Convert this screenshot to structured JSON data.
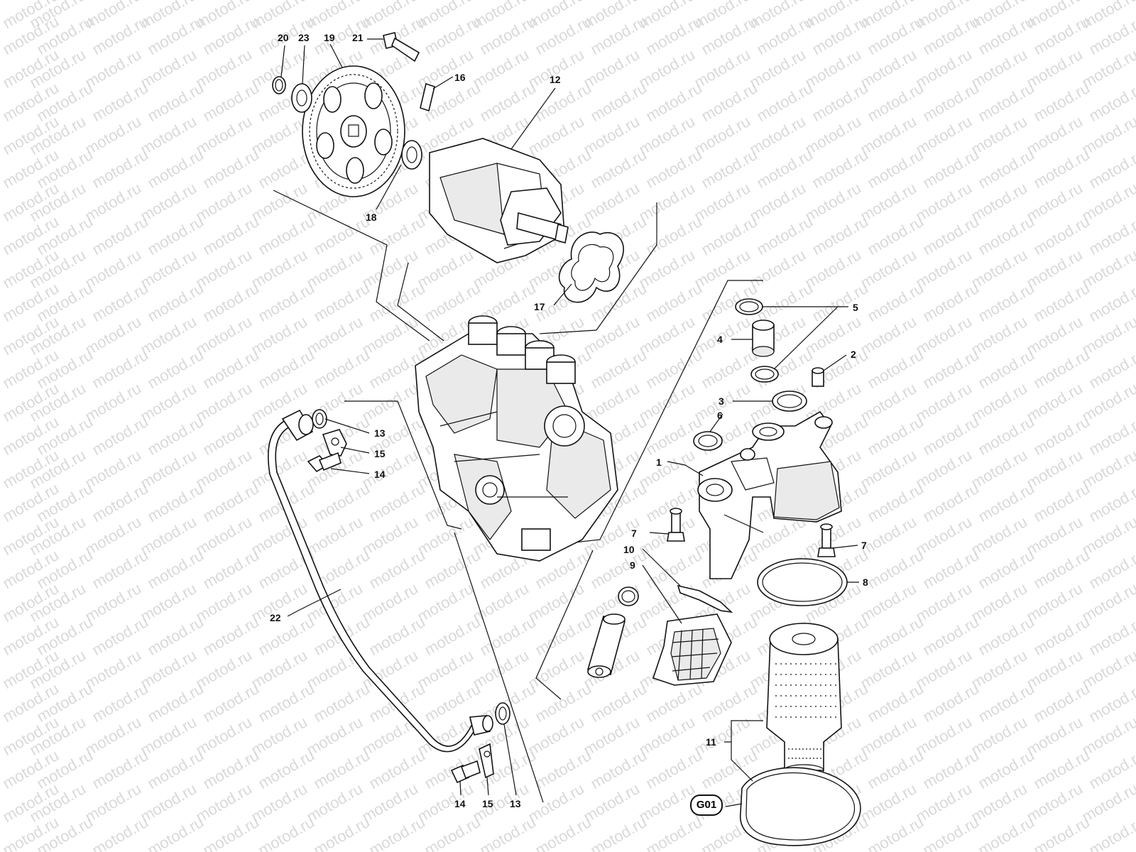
{
  "diagram": {
    "watermark_text": "motod.ru",
    "callouts": [
      {
        "id": "c20",
        "text": "20"
      },
      {
        "id": "c23",
        "text": "23"
      },
      {
        "id": "c19",
        "text": "19"
      },
      {
        "id": "c21",
        "text": "21"
      },
      {
        "id": "c16",
        "text": "16"
      },
      {
        "id": "c12",
        "text": "12"
      },
      {
        "id": "c18",
        "text": "18"
      },
      {
        "id": "c17",
        "text": "17"
      },
      {
        "id": "c5",
        "text": "5"
      },
      {
        "id": "c4",
        "text": "4"
      },
      {
        "id": "c2",
        "text": "2"
      },
      {
        "id": "c3",
        "text": "3"
      },
      {
        "id": "c6",
        "text": "6"
      },
      {
        "id": "c1",
        "text": "1"
      },
      {
        "id": "c13a",
        "text": "13"
      },
      {
        "id": "c15a",
        "text": "15"
      },
      {
        "id": "c14a",
        "text": "14"
      },
      {
        "id": "c7a",
        "text": "7"
      },
      {
        "id": "c7b",
        "text": "7"
      },
      {
        "id": "c10",
        "text": "10"
      },
      {
        "id": "c9",
        "text": "9"
      },
      {
        "id": "c8",
        "text": "8"
      },
      {
        "id": "c22",
        "text": "22"
      },
      {
        "id": "c11",
        "text": "11"
      },
      {
        "id": "c14b",
        "text": "14"
      },
      {
        "id": "c15b",
        "text": "15"
      },
      {
        "id": "c13b",
        "text": "13"
      }
    ],
    "reference_badge": "G01"
  }
}
